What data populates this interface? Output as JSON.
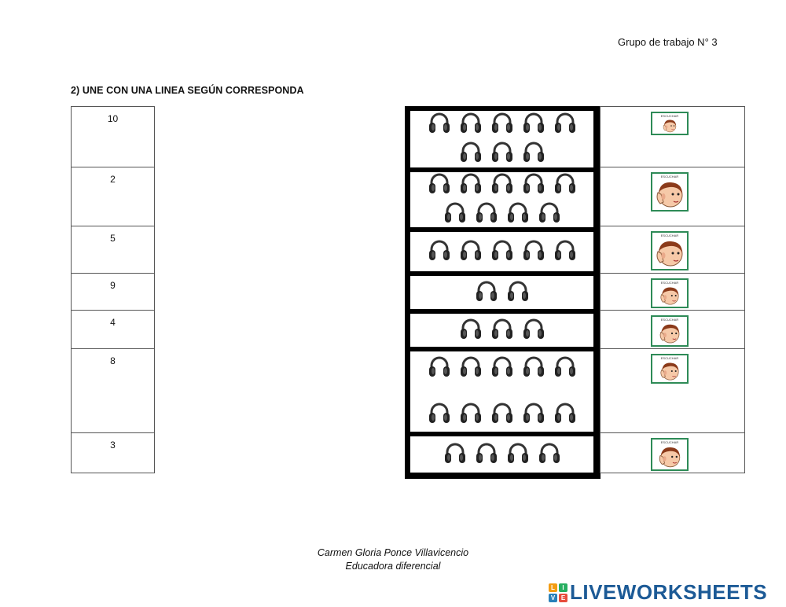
{
  "header": {
    "group_label": "Grupo de trabajo N° 3"
  },
  "instruction": "2) UNE CON UNA LINEA SEGÚN CORRESPONDA",
  "numbers": [
    "10",
    "2",
    "5",
    "9",
    "4",
    "8",
    "3"
  ],
  "headphone_groups": [
    {
      "count": 8,
      "rows": [
        5,
        3
      ]
    },
    {
      "count": 9,
      "rows": [
        5,
        4
      ]
    },
    {
      "count": 5,
      "rows": [
        5
      ]
    },
    {
      "count": 2,
      "rows": [
        2
      ]
    },
    {
      "count": 3,
      "rows": [
        3
      ]
    },
    {
      "count": 10,
      "rows": [
        5,
        5
      ]
    },
    {
      "count": 4,
      "rows": [
        4
      ]
    }
  ],
  "listen_card_label": "ESCUCHAR",
  "footer": {
    "author": "Carmen Gloria Ponce Villavicencio",
    "role": "Educadora diferencial"
  },
  "brand": {
    "name": "LIVEWORKSHEETS",
    "logo_letters": [
      "L",
      "I",
      "V",
      "E"
    ],
    "logo_colors": [
      "#f39c12",
      "#27ae60",
      "#2980b9",
      "#e74c3c"
    ],
    "text_color": "#1c5a96"
  },
  "icons": {
    "headphones": "headphones-icon",
    "listen": "ear-listening-icon"
  }
}
